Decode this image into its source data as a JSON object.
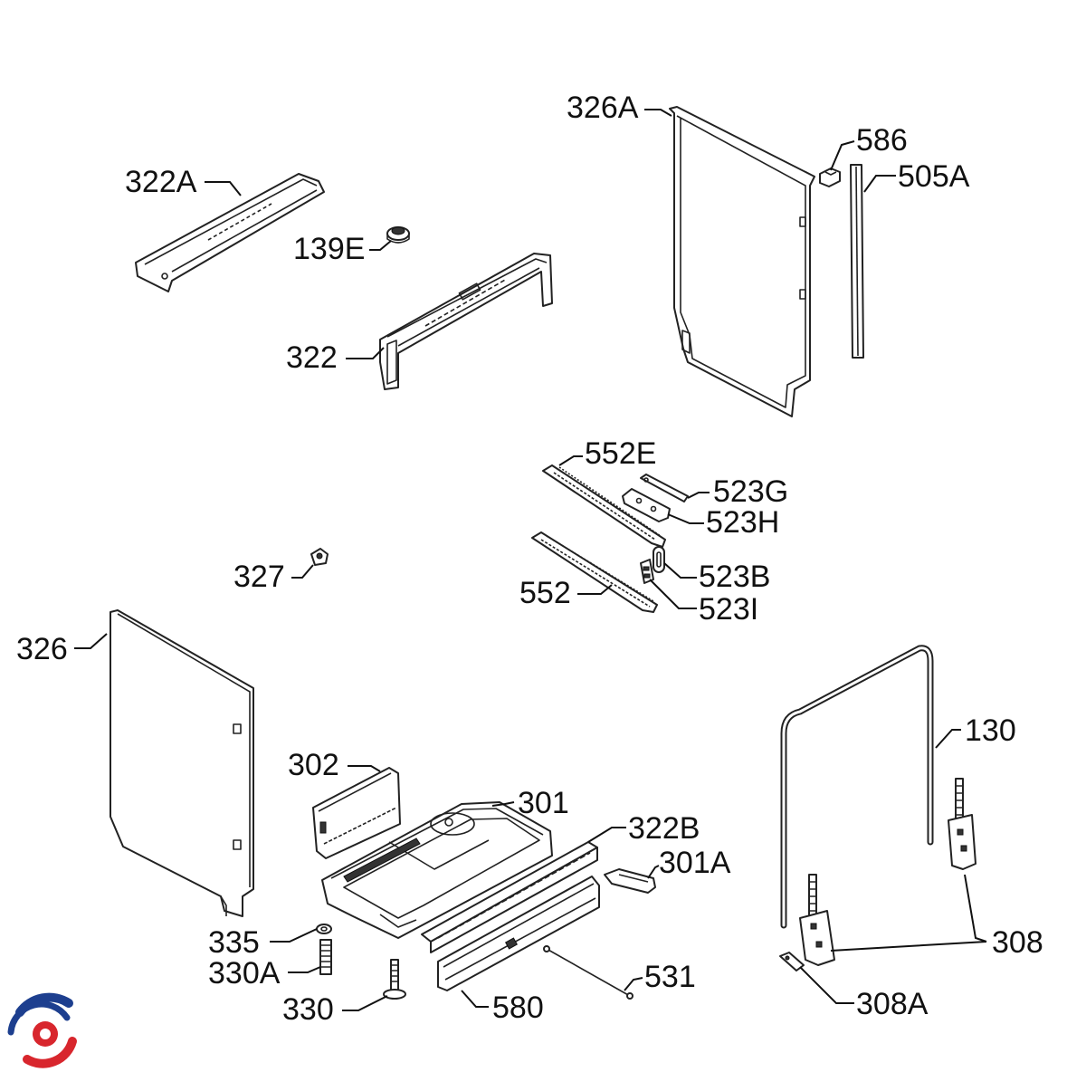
{
  "labels": {
    "p326A": "326A",
    "p586": "586",
    "p505A": "505A",
    "p322A": "322A",
    "p139E": "139E",
    "p322": "322",
    "p552E": "552E",
    "p523G": "523G",
    "p523H": "523H",
    "p523B": "523B",
    "p523I": "523I",
    "p552": "552",
    "p327": "327",
    "p326": "326",
    "p302": "302",
    "p301": "301",
    "p322B": "322B",
    "p301A": "301A",
    "p130": "130",
    "p308": "308",
    "p335": "335",
    "p330A": "330A",
    "p330": "330",
    "p531": "531",
    "p580": "580",
    "p308A": "308A"
  },
  "colors": {
    "logo_blue": "#1d3f8f",
    "logo_red": "#d8262d",
    "line": "#222222"
  }
}
